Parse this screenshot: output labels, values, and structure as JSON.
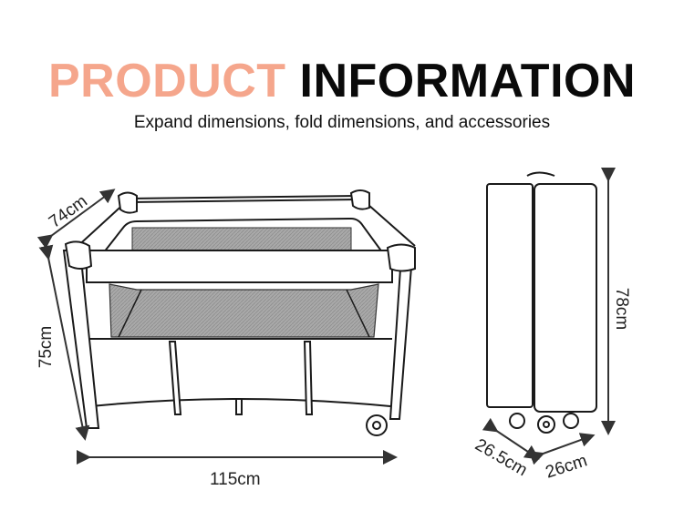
{
  "header": {
    "title_part1": "PRODUCT",
    "title_part2": "INFORMATION",
    "subtitle": "Expand dimensions, fold dimensions, and accessories",
    "accent_color": "#f5a68c"
  },
  "expanded_crib": {
    "depth_label": "74cm",
    "height_label": "75cm",
    "width_label": "115cm"
  },
  "folded_crib": {
    "height_label": "78cm",
    "depth_label": "26.5cm",
    "width_label": "26cm"
  }
}
